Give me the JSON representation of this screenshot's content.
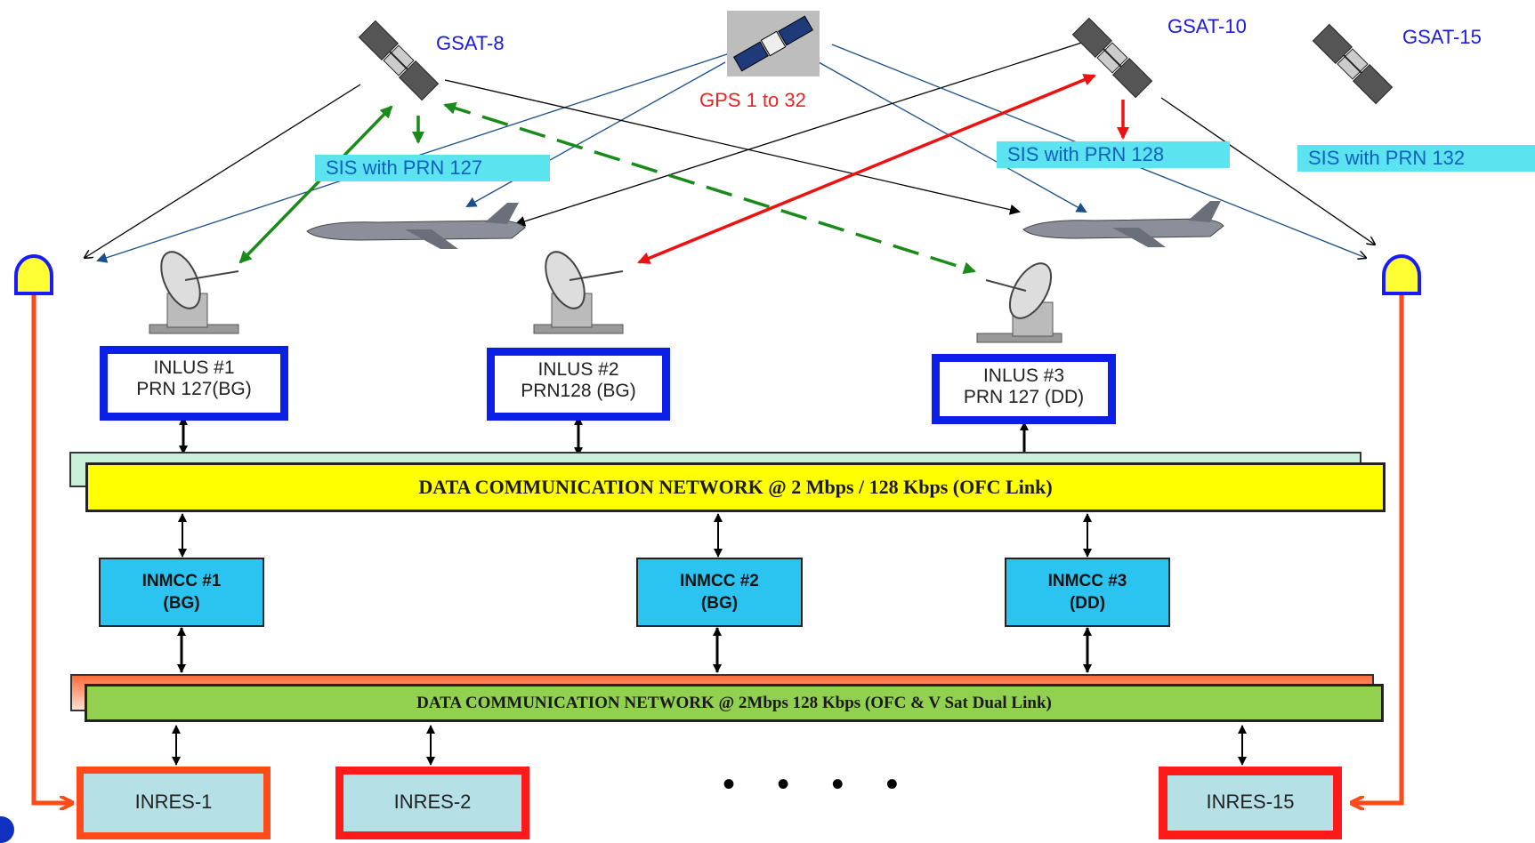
{
  "satellites": {
    "gsat8": "GSAT-8",
    "gps": "GPS 1 to 32",
    "gsat10": "GSAT-10",
    "gsat15": "GSAT-15"
  },
  "sis": {
    "prn127": "SIS  with PRN 127",
    "prn128": "SIS  with PRN 128",
    "prn132": "SIS  with PRN 132"
  },
  "inlus": [
    {
      "line1": "INLUS   #1",
      "line2": "PRN 127(BG)"
    },
    {
      "line1": "INLUS   #2",
      "line2": "PRN128 (BG)"
    },
    {
      "line1": "INLUS   #3",
      "line2": "PRN 127 (DD)"
    }
  ],
  "network": {
    "top": "DATA COMMUNICATION NETWORK  @ 2 Mbps / 128 Kbps (OFC Link)",
    "bottom": "DATA COMMUNICATION NETWORK  @ 2Mbps 128 Kbps (OFC & V Sat Dual Link)"
  },
  "inmcc": [
    {
      "line1": "INMCC #1",
      "line2": "(BG)"
    },
    {
      "line1": "INMCC #2",
      "line2": "(BG)"
    },
    {
      "line1": "INMCC #3",
      "line2": "(DD)"
    }
  ],
  "inres": [
    "INRES-1",
    "INRES-2",
    "INRES-15"
  ],
  "ellipsis": "• • • •",
  "colors": {
    "inlus_border": "#0b1fe6",
    "dcn_top": "#ffff00",
    "dcn_bottom": "#92d050",
    "inmcc": "#2bc3f0",
    "inres_border": "#ff2a00",
    "sis_bg": "#5be3f0"
  }
}
